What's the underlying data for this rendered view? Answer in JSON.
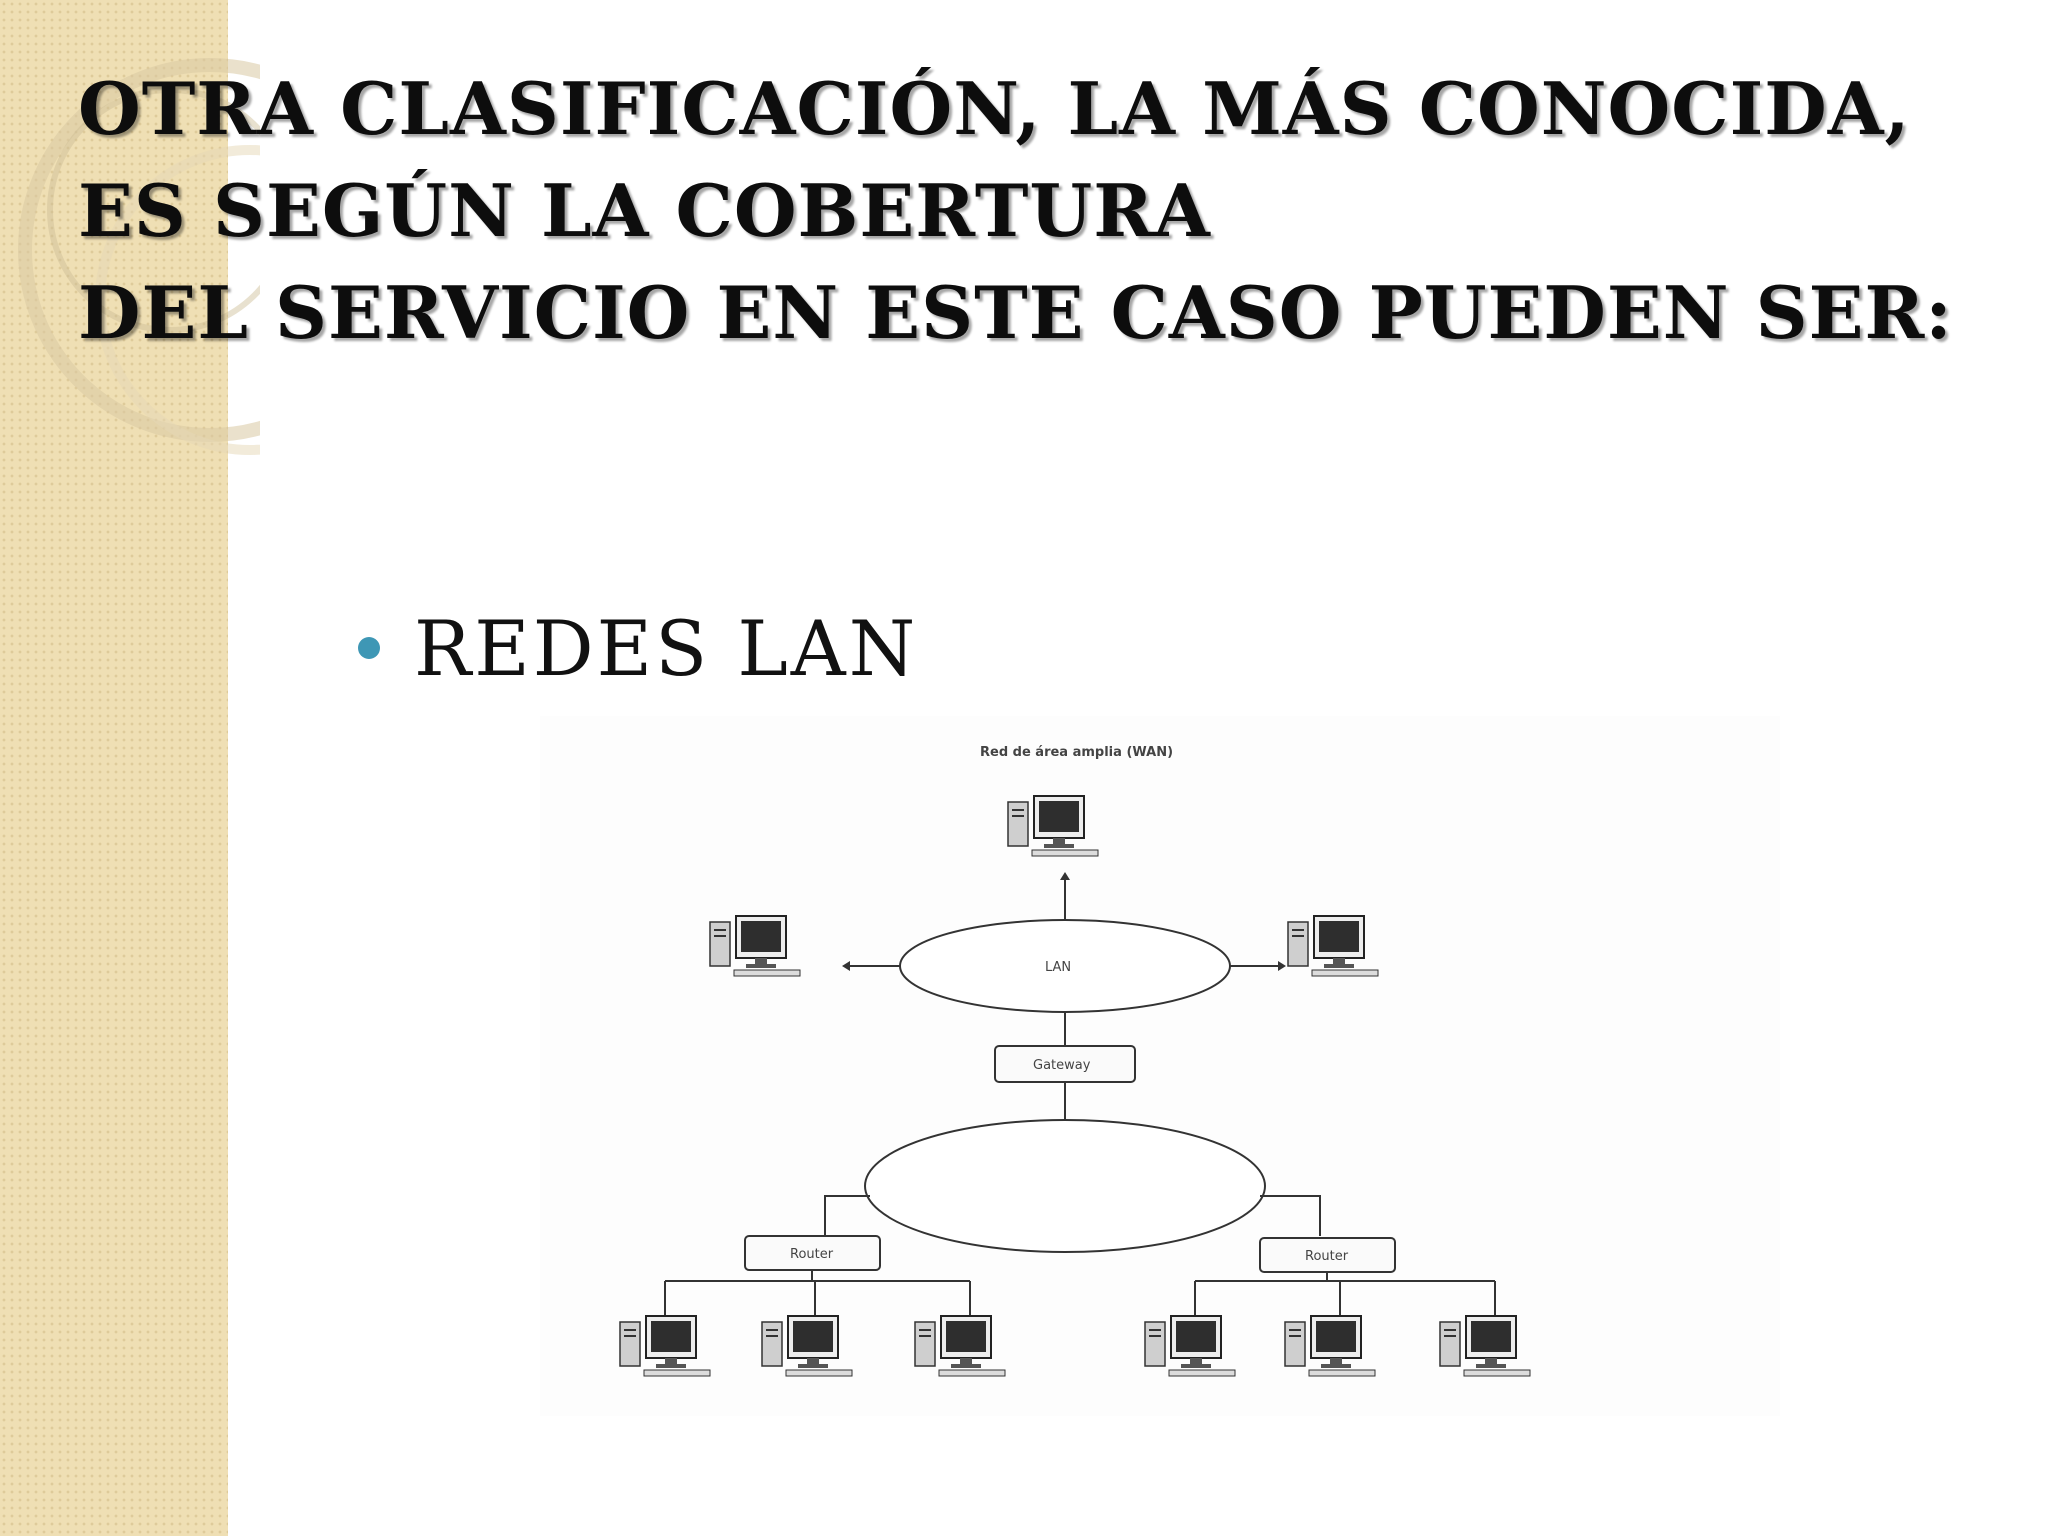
{
  "slide": {
    "title_lines": [
      "Otra clasificación, la más conocida,",
      "es según la cobertura",
      "del servicio en este caso pueden ser:"
    ],
    "bullets": [
      {
        "text": "Redes LAN"
      }
    ]
  },
  "diagram": {
    "top_label": "Red de área amplia (WAN)",
    "lan_label": "LAN",
    "gateway_label": "Gateway",
    "router_labels": [
      "Router",
      "Router"
    ]
  },
  "colors": {
    "bullet": "#3e97b5",
    "strip": "#efdfb4"
  }
}
